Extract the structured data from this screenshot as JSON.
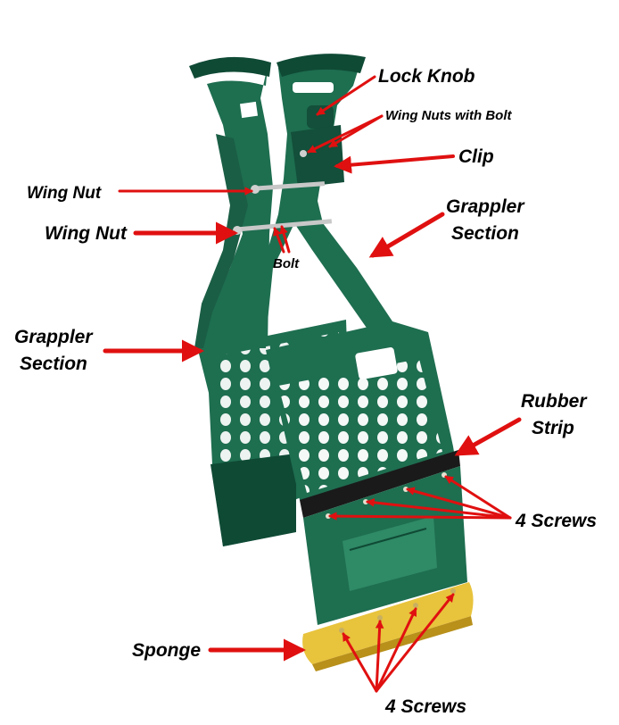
{
  "colors": {
    "tool_green": "#1e6e50",
    "tool_green_dark": "#0f4a35",
    "tool_green_light": "#2f8a66",
    "rubber": "#1a1a1a",
    "sponge": "#e8c33c",
    "sponge_dark": "#b8901a",
    "arrow": "#e01010",
    "metal": "#c8c8c8"
  },
  "labels": {
    "lock_knob": "Lock Knob",
    "wing_nuts_with_bolt": "Wing Nuts with Bolt",
    "clip": "Clip",
    "wing_nut_upper": "Wing Nut",
    "wing_nut_lower": "Wing Nut",
    "bolt": "Bolt",
    "grappler_section_right_line1": "Grappler",
    "grappler_section_right_line2": "Section",
    "grappler_section_left_line1": "Grappler",
    "grappler_section_left_line2": "Section",
    "rubber_strip_line1": "Rubber",
    "rubber_strip_line2": "Strip",
    "screws_upper": "4 Screws",
    "sponge": "Sponge",
    "screws_lower": "4 Screws"
  }
}
